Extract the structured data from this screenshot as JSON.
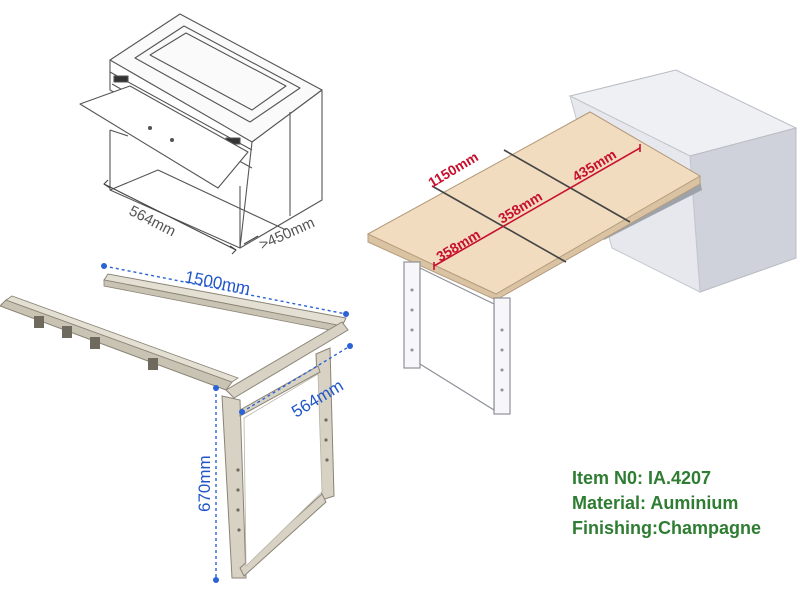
{
  "cabinet_sketch": {
    "width_label": "564mm",
    "depth_label": ">450mm"
  },
  "frame_diagram": {
    "length_label": "1500mm",
    "width_label": "564mm",
    "height_label": "670mm"
  },
  "table_render": {
    "total_length_label": "1150mm",
    "panel_a_label": "358mm",
    "panel_b_label": "358mm",
    "panel_c_label": "435mm"
  },
  "spec": {
    "item": "Item N0: IA.4207",
    "material": "Material: Auminium",
    "finishing": "Finishing:Champagne"
  },
  "colors": {
    "dimension_blue": "#2156c9",
    "dimension_red": "#c8102e",
    "spec_green": "#2e7d32",
    "wood_panel": "#f1dcc0",
    "cabinet_gray": "#dcdde3"
  }
}
